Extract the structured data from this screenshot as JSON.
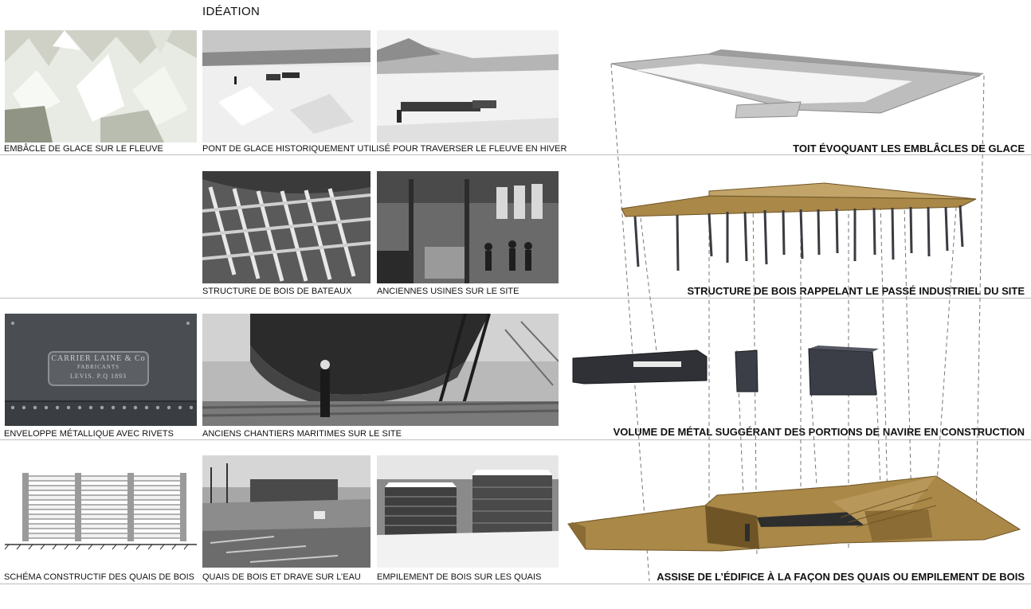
{
  "header": {
    "title": "IDÉATION"
  },
  "rows": [
    {
      "concept": "TOIT ÉVOQUANT LES EMBLÂCLES DE GLACE",
      "captions": [
        "EMBÂCLE DE GLACE SUR LE FLEUVE",
        "PONT DE GLACE HISTORIQUEMENT UTILISÉ POUR TRAVERSER LE FLEUVE EN HIVER"
      ]
    },
    {
      "concept": "STRUCTURE DE BOIS RAPPELANT LE PASSÉ INDUSTRIEL DU SITE",
      "captions": [
        "STRUCTURE DE BOIS DE BATEAUX",
        "ANCIENNES USINES SUR LE SITE"
      ]
    },
    {
      "concept": "VOLUME DE MÉTAL SUGGÉRANT DES PORTIONS DE NAVIRE EN CONSTRUCTION",
      "captions": [
        "ENVELOPPE MÉTALLIQUE AVEC RIVETS",
        "ANCIENS CHANTIERS MARITIMES SUR LE SITE"
      ]
    },
    {
      "concept": "ASSISE DE L’ÉDIFICE À LA FAÇON DES QUAIS OU EMPILEMENT DE BOIS",
      "captions": [
        "SCHÉMA CONSTRUCTIF DES QUAIS DE BOIS",
        "QUAIS DE BOIS ET DRAVE SUR L’EAU",
        "EMPILEMENT DE BOIS SUR LES QUAIS"
      ]
    }
  ],
  "plate": {
    "maker_name": "CARRIER LAINE & Co",
    "maker_sub": "FABRICANTS",
    "maker_place": "LEVIS. P.Q 1893"
  },
  "colors": {
    "wood": "#a98848",
    "wood_dark": "#6f5526",
    "metal": "#2f3137",
    "roof": "#bdbdbd",
    "rule": "#bdbdbd"
  }
}
